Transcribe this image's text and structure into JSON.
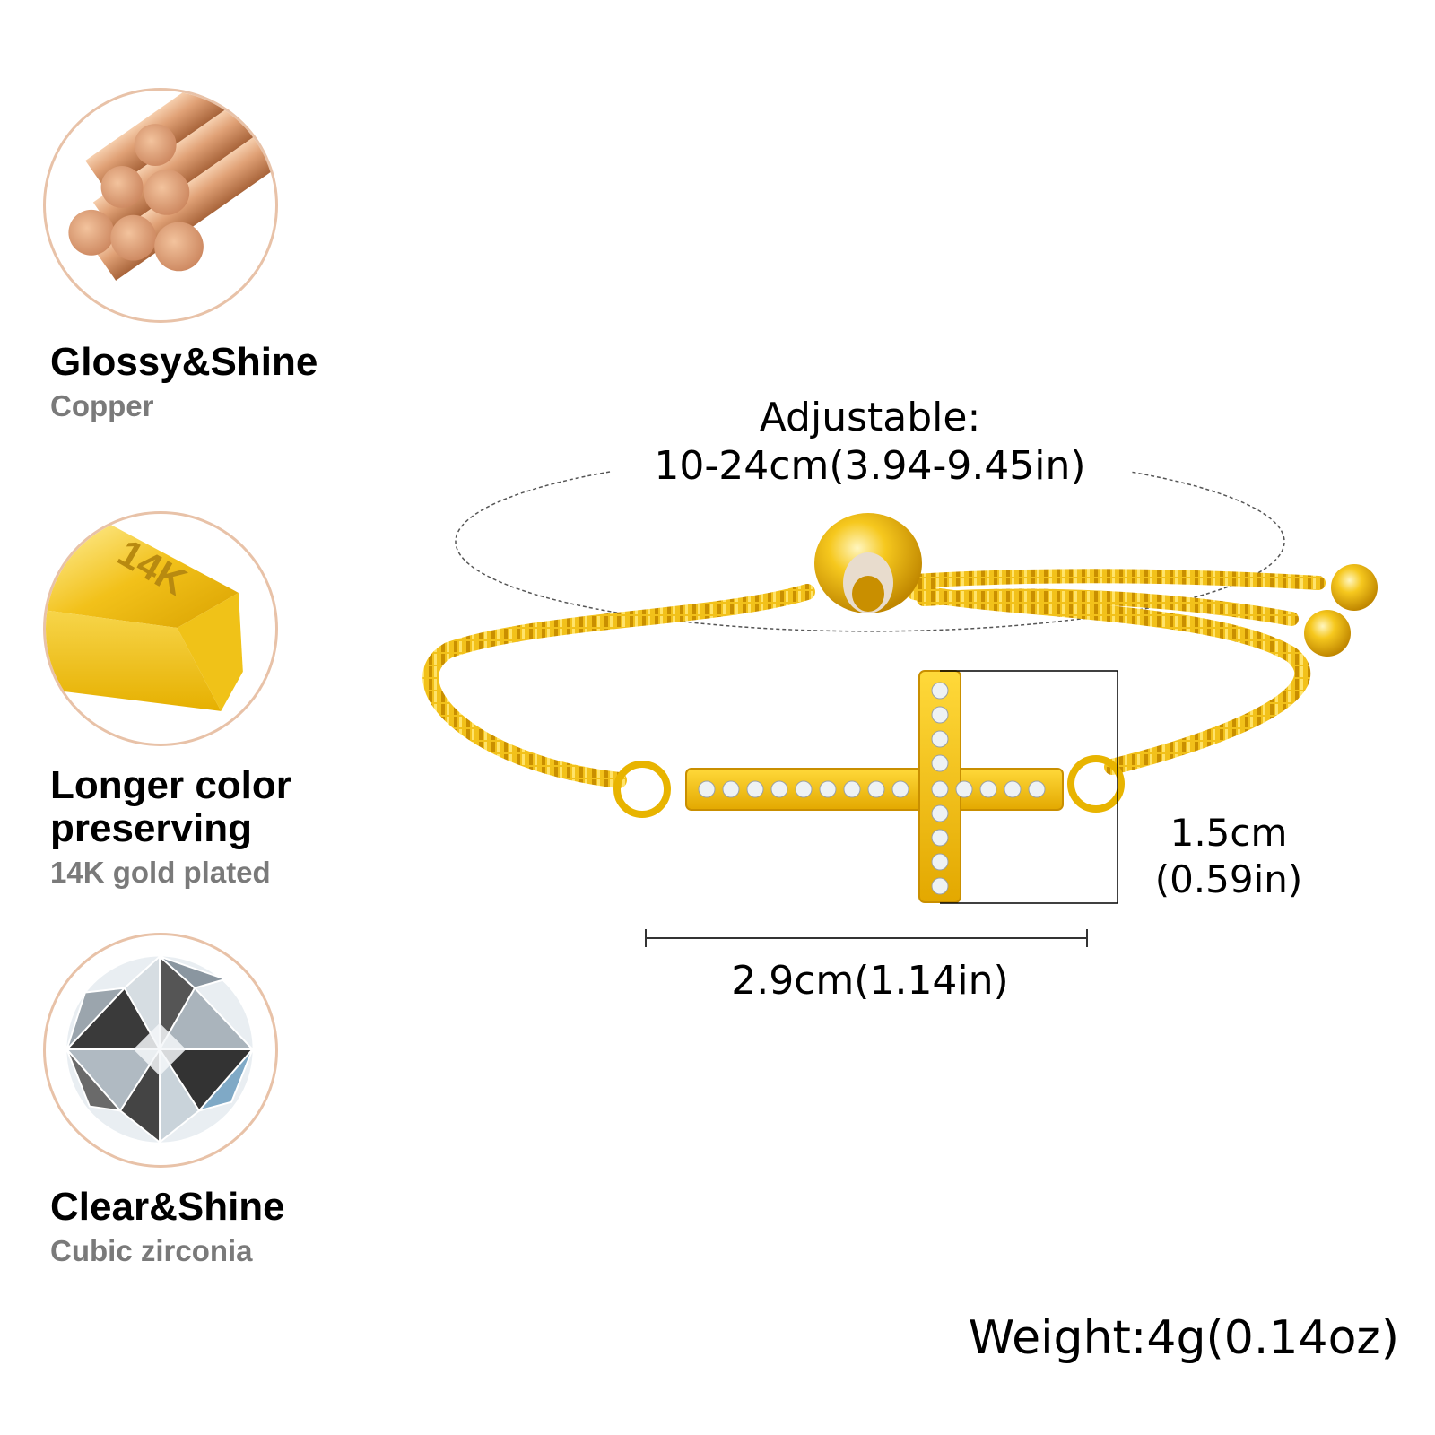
{
  "features": [
    {
      "title": "Glossy&Shine",
      "subtitle": "Copper",
      "icon": "copper-rods-icon"
    },
    {
      "title": "Longer color preserving",
      "subtitle": "14K gold plated",
      "icon": "gold-bar-icon",
      "engraving": "14K"
    },
    {
      "title": "Clear&Shine",
      "subtitle": "Cubic zirconia",
      "icon": "diamond-icon"
    }
  ],
  "product": {
    "adjustable_label": "Adjustable:",
    "adjustable_range": "10-24cm(3.94-9.45in)",
    "height_cm": "1.5cm",
    "height_in": "(0.59in)",
    "width": "2.9cm(1.14in)",
    "weight": "Weight:4g(0.14oz)"
  },
  "colors": {
    "gold": "#f2c11a",
    "gold_dark": "#c98f00",
    "copper": "#d99a6c",
    "ring_border": "#e8c2a8",
    "subtitle_gray": "#7a7a7a"
  }
}
